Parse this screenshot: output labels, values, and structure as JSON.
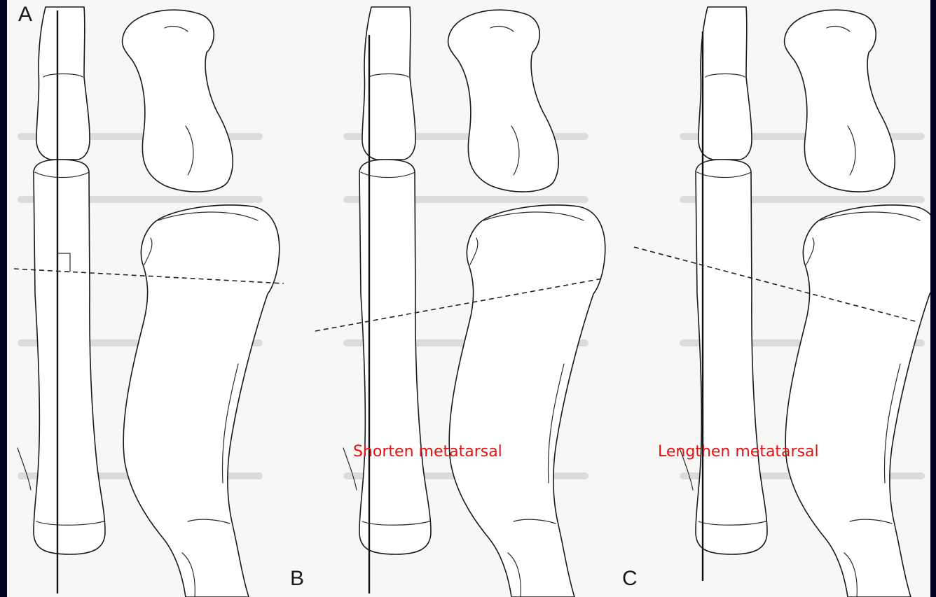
{
  "panels": [
    {
      "letter": "A",
      "label": ""
    },
    {
      "letter": "B",
      "label": "Shorten metatarsal"
    },
    {
      "letter": "C",
      "label": "Lengthen metatarsal"
    }
  ],
  "colors": {
    "background": "#000020",
    "figure": "#f7f7f6",
    "label": "#e81010",
    "line": "#1a1a1a"
  }
}
